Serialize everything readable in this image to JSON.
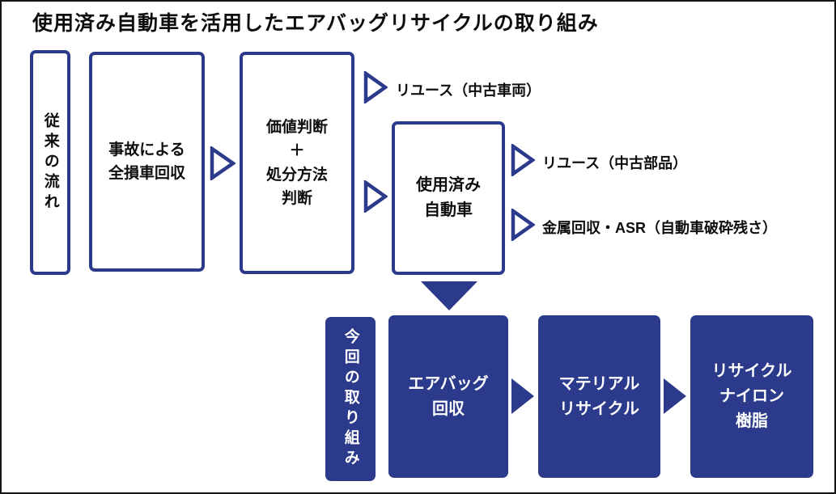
{
  "title": "使用済み自動車を活用したエアバッグリサイクルの取り組み",
  "colors": {
    "primary": "#2c3a8c"
  },
  "legacy": {
    "label": "従来の流れ",
    "box_accident": "事故による\n全損車回収",
    "box_judgment": "価値判断\n＋\n処分方法\n判断",
    "box_elv": "使用済み\n自動車",
    "out_reuse_vehicle": "リユース（中古車両）",
    "out_reuse_parts": "リユース（中古部品）",
    "out_metal_asr": "金属回収・ASR（自動車破砕残さ）"
  },
  "initiative": {
    "label": "今回の取り組み",
    "box_airbag": "エアバッグ\n回収",
    "box_material": "マテリアル\nリサイクル",
    "box_nylon": "リサイクル\nナイロン\n樹脂"
  }
}
